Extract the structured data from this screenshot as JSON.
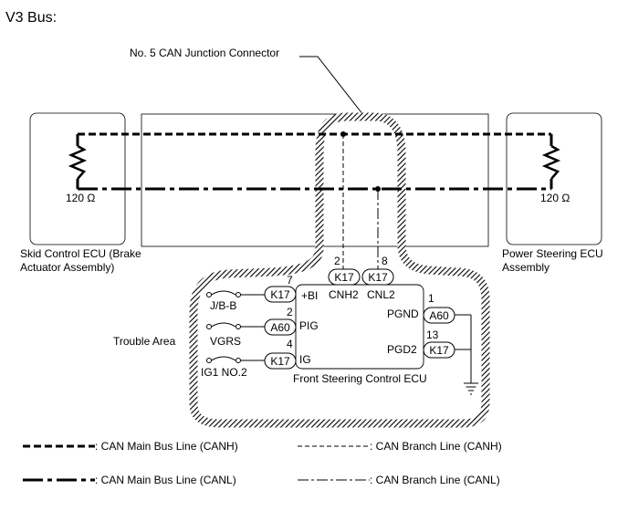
{
  "title": "V3 Bus:",
  "junction_connector_label": "No. 5 CAN Junction Connector",
  "ecus": {
    "left": {
      "name_line1": "Skid Control ECU (Brake",
      "name_line2": "Actuator Assembly)",
      "resistor": "120 Ω"
    },
    "right": {
      "name_line1": "Power Steering ECU",
      "name_line2": "Assembly",
      "resistor": "120 Ω"
    },
    "center": {
      "name": "Front Steering Control ECU"
    }
  },
  "trouble_area_label": "Trouble Area",
  "top_connectors": [
    {
      "pin": "2",
      "connector": "K17",
      "signal": "CNH2"
    },
    {
      "pin": "8",
      "connector": "K17",
      "signal": "CNL2"
    }
  ],
  "left_pins": [
    {
      "pin": "7",
      "connector": "K17",
      "signal": "+BI",
      "source": "J/B-B"
    },
    {
      "pin": "2",
      "connector": "A60",
      "signal": "PIG",
      "source": "VGRS"
    },
    {
      "pin": "4",
      "connector": "K17",
      "signal": "IG",
      "source": "IG1 NO.2"
    }
  ],
  "right_pins": [
    {
      "pin": "1",
      "connector": "A60",
      "signal": "PGND"
    },
    {
      "pin": "13",
      "connector": "K17",
      "signal": "PGD2"
    }
  ],
  "legend": [
    {
      "style": "heavy-dash",
      "label": ": CAN Main Bus Line (CANH)"
    },
    {
      "style": "thin-dash",
      "label": ": CAN Branch Line (CANH)"
    },
    {
      "style": "heavy-dashdot",
      "label": ": CAN Main Bus Line (CANL)"
    },
    {
      "style": "thin-dashdot",
      "label": ": CAN Branch Line (CANL)"
    }
  ]
}
